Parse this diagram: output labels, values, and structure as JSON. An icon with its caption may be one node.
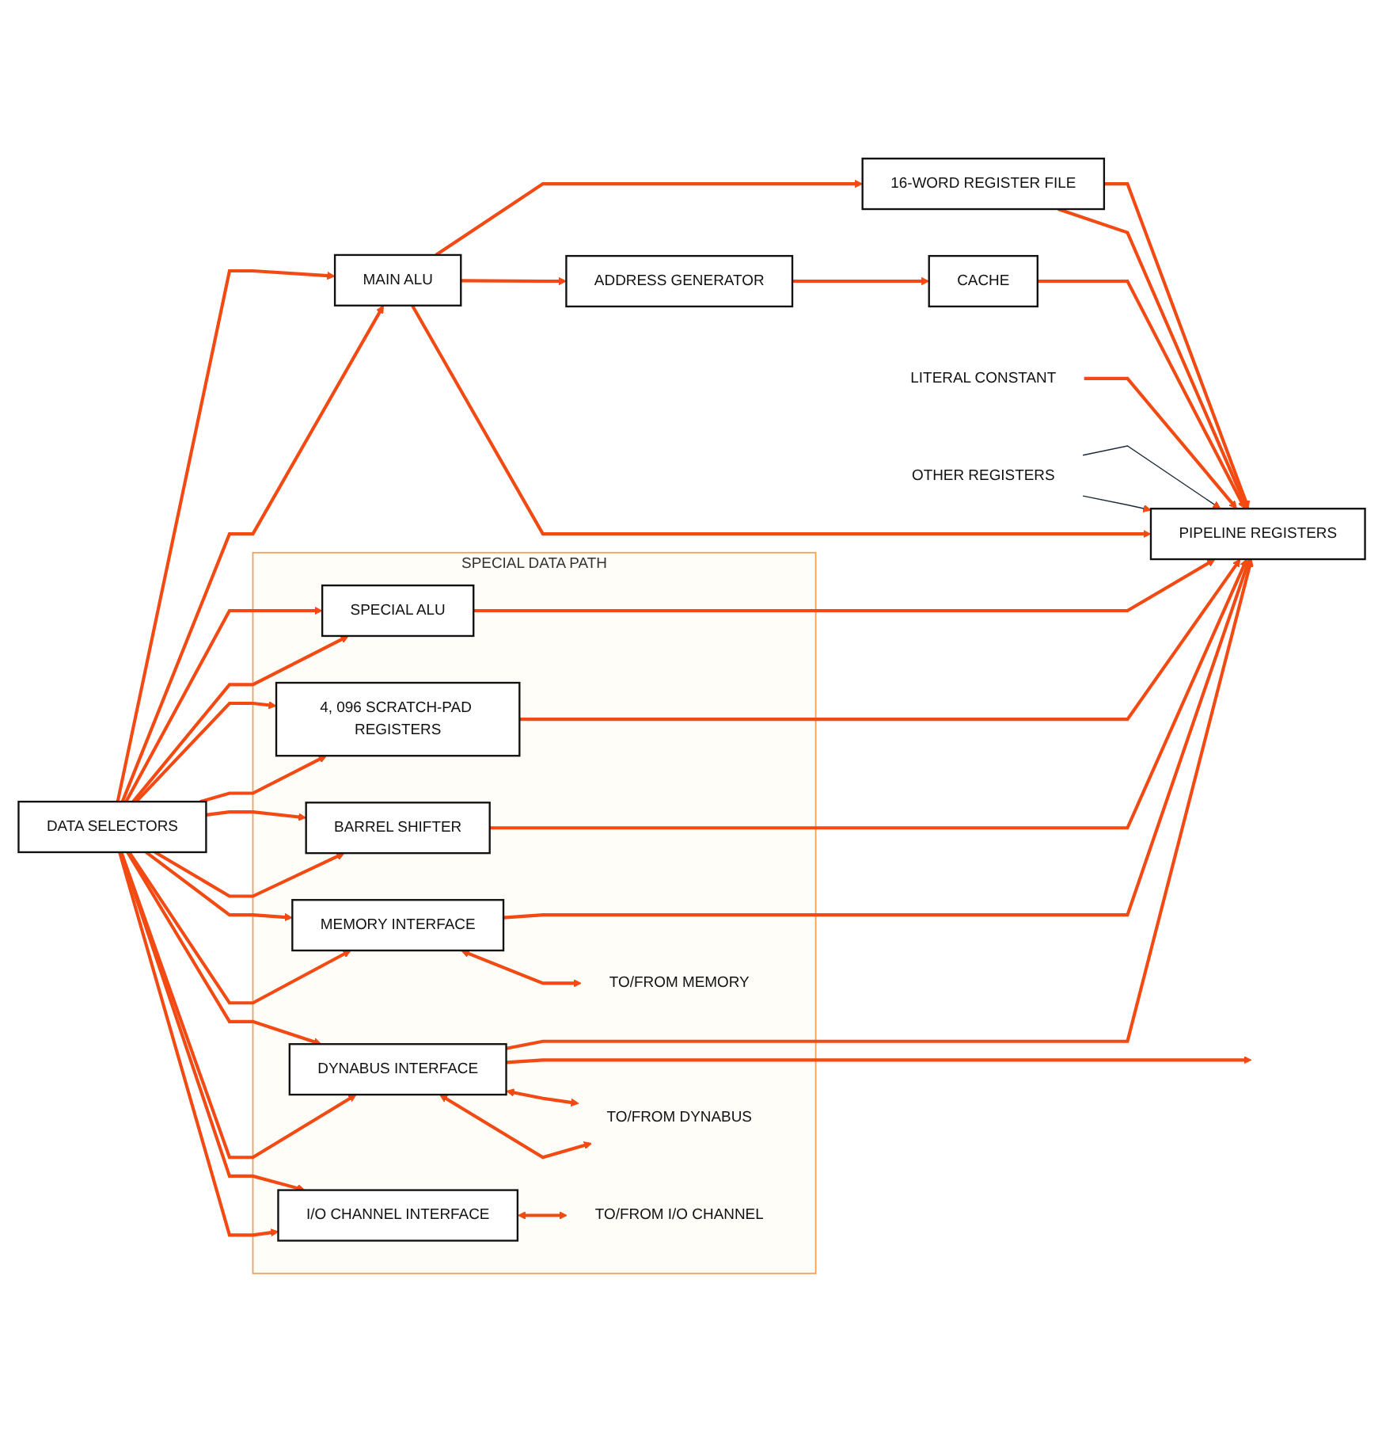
{
  "diagram": {
    "nodes": [
      {
        "text": [
          "ADDRESS GENERATOR"
        ]
      },
      {
        "text": [
          "16-WORD REGISTER FILE"
        ]
      },
      {
        "text": [
          "CACHE"
        ]
      },
      {
        "text": [
          "LITERAL CONSTANT"
        ]
      },
      {
        "text": [
          "OTHER REGISTERS"
        ]
      },
      {
        "text": [
          "PIPELINE REGISTERS"
        ]
      },
      {
        "text": [
          "DATA SELECTORS"
        ]
      },
      {
        "text": [
          "MAIN ALU"
        ]
      },
      {
        "text": [
          "SPECIAL DATA PATH"
        ]
      },
      {
        "text": [
          "SPECIAL ALU"
        ],
        "in": 8
      },
      {
        "text": [
          "4, 096 SCRATCH-PAD REGISTERS"
        ],
        "in": 8
      },
      {
        "text": [
          "BARREL SHIFTER"
        ],
        "in": 8
      },
      {
        "text": [
          "MEMORY INTERFACE"
        ],
        "in": 8
      },
      {
        "text": [
          "TO/FROM MEMORY"
        ],
        "in": 8
      },
      {
        "text": [
          "DYNABUS INTERFACE"
        ],
        "in": 8
      },
      {
        "text": [
          "TO/FROM DYNABUS"
        ],
        "in": 8
      },
      {
        "text": [
          "I/O CHANNEL INTERFACE"
        ],
        "in": 8
      },
      {
        "text": [
          "TO/FROM I/O CHANNEL"
        ],
        "in": 8
      }
    ],
    "edges": [
      {
        "from": 7,
        "to": 1,
        "arrow": "to"
      },
      {
        "from": 7,
        "to": 0,
        "arrow": "to"
      },
      {
        "from": 7,
        "to": 5,
        "arrow": "to"
      },
      {
        "from": 0,
        "to": 2,
        "arrow": "to"
      },
      {
        "from": 1,
        "to": 5,
        "arrow": "to"
      },
      {
        "from": 1,
        "to": 5,
        "arrow": "to"
      },
      {
        "from": 2,
        "to": 5,
        "arrow": "to"
      },
      {
        "from": 3,
        "to": 5,
        "arrow": "to"
      },
      {
        "from": 4,
        "to": 5,
        "arrow": "to",
        "color": "#1a2a3a"
      },
      {
        "from": 4,
        "to": 5,
        "arrow": "to",
        "color": "#1a2a3a"
      },
      {
        "from": 6,
        "to": 7,
        "arrow": "to"
      },
      {
        "from": 6,
        "to": 7,
        "arrow": "to"
      },
      {
        "from": 6,
        "to": 9,
        "arrow": "to"
      },
      {
        "from": 6,
        "to": 9,
        "arrow": "to"
      },
      {
        "from": 6,
        "to": 10,
        "arrow": "to"
      },
      {
        "from": 6,
        "to": 10,
        "arrow": "to"
      },
      {
        "from": 6,
        "to": 11,
        "arrow": "to"
      },
      {
        "from": 6,
        "to": 11,
        "arrow": "to"
      },
      {
        "from": 6,
        "to": 12,
        "arrow": "to"
      },
      {
        "from": 6,
        "to": 12,
        "arrow": "to"
      },
      {
        "from": 6,
        "to": 14,
        "arrow": "to"
      },
      {
        "from": 6,
        "to": 14,
        "arrow": "to"
      },
      {
        "from": 6,
        "to": 16,
        "arrow": "to"
      },
      {
        "from": 6,
        "to": 16,
        "arrow": "to"
      },
      {
        "from": 9,
        "to": 5,
        "arrow": "to"
      },
      {
        "from": 10,
        "to": 5,
        "arrow": "to"
      },
      {
        "from": 11,
        "to": 5,
        "arrow": "to"
      },
      {
        "from": 12,
        "to": 5,
        "arrow": "to"
      },
      {
        "from": 14,
        "to": 5,
        "arrow": "to"
      },
      {
        "from": 14,
        "to": null,
        "arrow": "to"
      },
      {
        "from": 12,
        "to": 13,
        "arrow": "both"
      },
      {
        "from": 14,
        "to": 15,
        "arrow": "both"
      },
      {
        "from": 14,
        "to": 15,
        "arrow": "both"
      },
      {
        "from": 16,
        "to": 17,
        "arrow": "both"
      }
    ]
  }
}
